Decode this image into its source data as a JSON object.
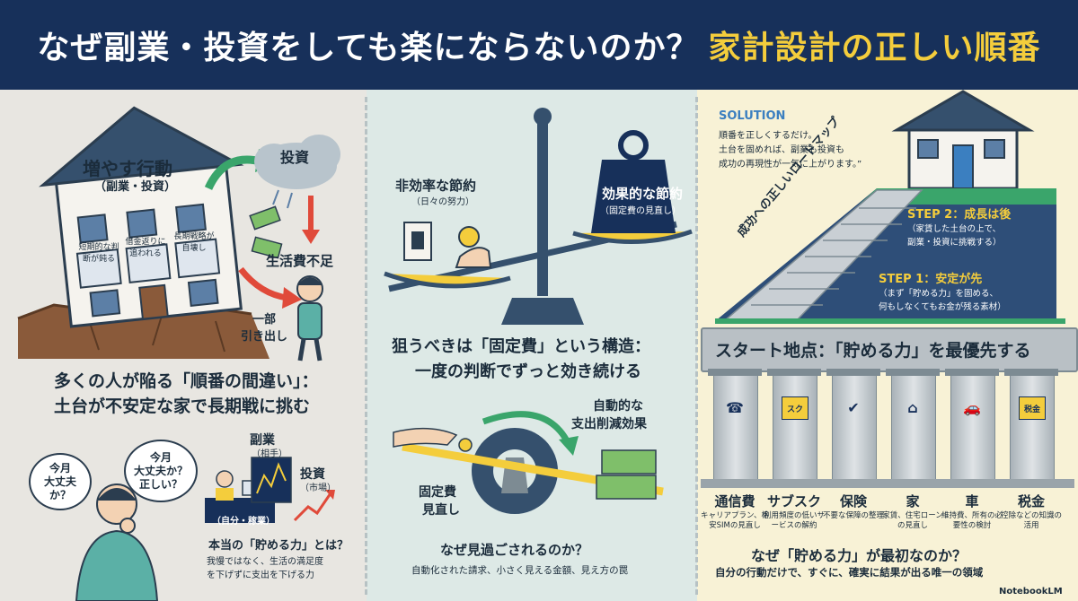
{
  "header": {
    "title_main": "なぜ副業・投資をしても楽にならないのか？",
    "title_accent": "家計設計の正しい順番"
  },
  "colors": {
    "navy": "#17305a",
    "yellow": "#f4cd3c",
    "red": "#e04a3a",
    "green": "#3aa56b"
  },
  "left": {
    "house_title": "増やす行動",
    "house_sub": "（副業・投資）",
    "window1": "短期的な判断が鈍る",
    "window2": "借金返りに追われる",
    "window3": "長期戦略が自壊し",
    "cloud_label": "投資",
    "living_shortage": "生活費不足",
    "partial_withdraw": "一部\n引き出し",
    "headline_l1": "多くの人が陥る「順番の間違い」：",
    "headline_l2": "土台が不安定な家で長期戦に挑む",
    "bubble1": "今月\n大丈夫\nか？",
    "bubble2": "今月\n大丈夫か？\n正しい？",
    "side_job": "副業",
    "side_job_sub": "（相手）",
    "invest": "投資",
    "invest_sub": "（市場）",
    "self_label": "（自分・稼業）",
    "question": "本当の「貯める力」とは？",
    "answer_l1": "我慢ではなく、生活の満足度",
    "answer_l2": "を下げずに支出を下げる力"
  },
  "middle": {
    "ineff_title": "非効率な節約",
    "ineff_sub": "（日々の努力）",
    "eff_title": "効果的な節約",
    "eff_sub": "（固定費の見直し）",
    "headline_l1": "狙うべきは「固定費」という構造：",
    "headline_l2": "一度の判断でずっと効き続ける",
    "auto_l1": "自動的な",
    "auto_l2": "支出削減効果",
    "fixed_l1": "固定費",
    "fixed_l2": "見直し",
    "why_title": "なぜ見過ごされるのか？",
    "why_sub": "自動化された請求、小さく見える金額、見え方の罠"
  },
  "right": {
    "solution": "SOLUTION",
    "sol_l1": "順番を正しくするだけ。",
    "sol_l2": "土台を固めれば、副業も投資も",
    "sol_l3": "成功の再現性が一気に上がります。”",
    "roadmap": "成功への正しいロードマップ",
    "step2_title": "STEP 2：成長は後",
    "step2_l1": "（家賃した土台の上で、",
    "step2_l2": "副業・投資に挑戦する）",
    "step1_title": "STEP 1：安定が先",
    "step1_l1": "（まず「貯める力」を固める、",
    "step1_l2": "何もしなくてもお金が残る素材）",
    "start_label": "スタート地点：「貯める力」を最優先する",
    "pillars": [
      {
        "label": "通信費",
        "desc": "キャリアプラン、格安SIMの見直し",
        "icon": "phone-icon"
      },
      {
        "label": "サブスク",
        "desc": "利用頻度の低いサービスの解約",
        "icon": "subscription-icon",
        "tag": "スク"
      },
      {
        "label": "保険",
        "desc": "不要な保障の整理",
        "icon": "shield-check-icon"
      },
      {
        "label": "家",
        "desc": "家賃、住宅ローンの見直し",
        "icon": "house-icon"
      },
      {
        "label": "車",
        "desc": "維持費、所有の必要性の検討",
        "icon": "car-icon"
      },
      {
        "label": "税金",
        "desc": "控除などの知識の活用",
        "icon": "tax-icon",
        "tag": "税金"
      }
    ],
    "why_title": "なぜ「貯める力」が最初なのか？",
    "why_sub": "自分の行動だけで、すぐに、確実に結果が出る唯一の領域",
    "brand": "NotebookLM"
  }
}
